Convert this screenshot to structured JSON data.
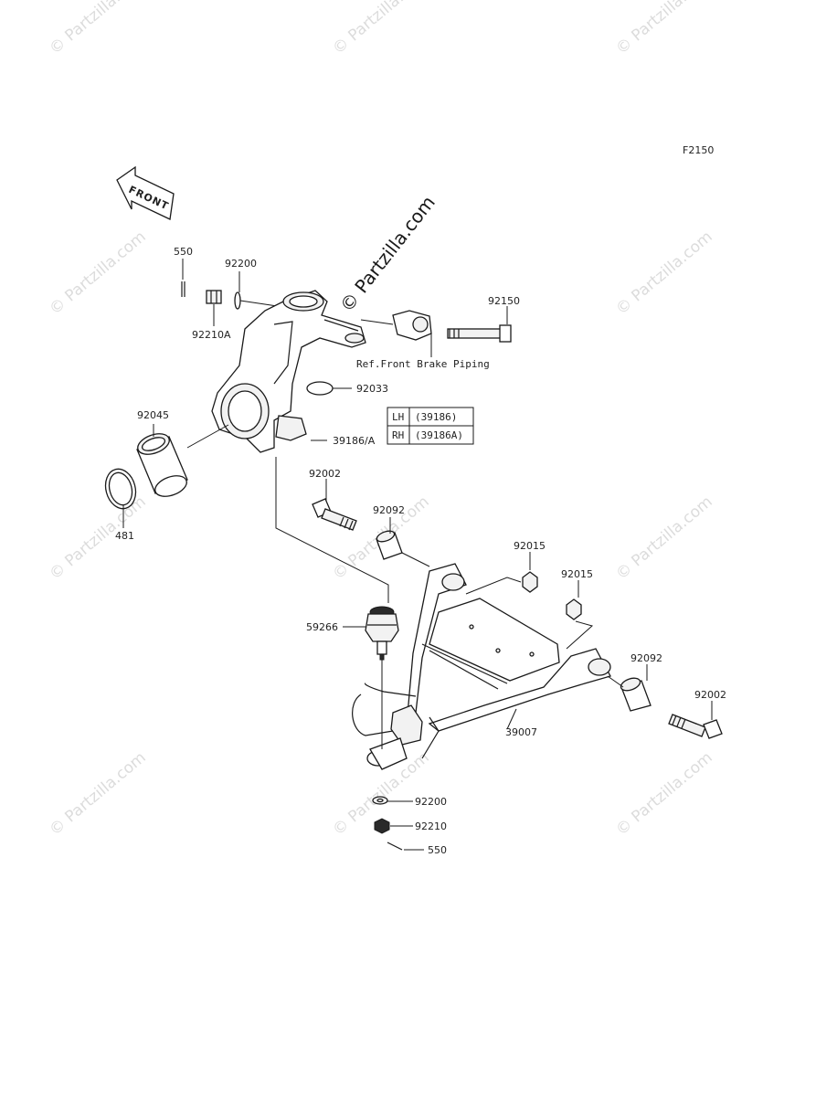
{
  "figure_code": "F2150",
  "front_label": "FRONT",
  "watermark_small": "© Partzilla.com",
  "watermark_large": "© Partzilla.com",
  "ref_note": "Ref.Front Brake Piping",
  "side_table": {
    "rows": [
      {
        "side": "LH",
        "part": "(39186)"
      },
      {
        "side": "RH",
        "part": "(39186A)"
      }
    ]
  },
  "callouts": {
    "c550_top": "550",
    "c92200_top": "92200",
    "c92210a": "92210A",
    "c92150": "92150",
    "c92033": "92033",
    "c39186a": "39186/A",
    "c92045": "92045",
    "c481": "481",
    "c92002_left": "92002",
    "c92092_left": "92092",
    "c92015_a": "92015",
    "c92015_b": "92015",
    "c59266": "59266",
    "c92092_right": "92092",
    "c92002_right": "92002",
    "c39007": "39007",
    "c92200_bottom": "92200",
    "c92210": "92210",
    "c550_bottom": "550"
  }
}
